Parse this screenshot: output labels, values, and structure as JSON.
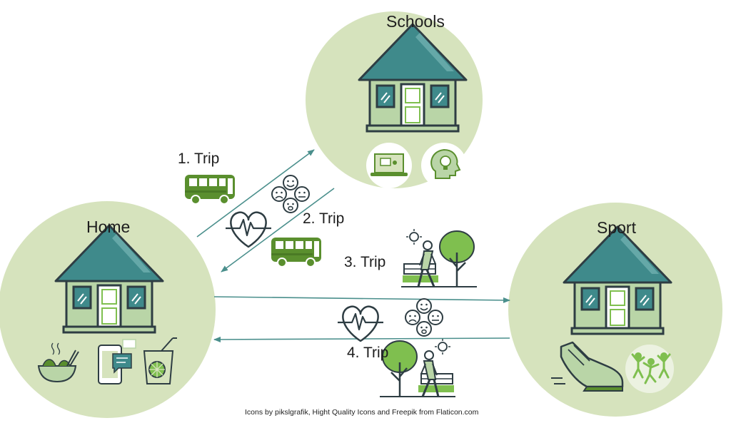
{
  "nodes": {
    "schools": {
      "label": "Schools"
    },
    "home": {
      "label": "Home"
    },
    "sport": {
      "label": "Sport"
    }
  },
  "trips": {
    "t1": "1. Trip",
    "t2": "2. Trip",
    "t3": "3. Trip",
    "t4": "4. Trip"
  },
  "credit": "Icons by pikslgrafik, Hight Quality Icons and  Freepik  from Flaticon.com",
  "colors": {
    "circle": "#d6e3bd",
    "roof": "#3f8a8b",
    "wall": "#b9d5a7",
    "outline": "#2e3d43",
    "bus": "#5a8f2e",
    "arrow": "#4a8f8c",
    "accent": "#7fbf4f"
  }
}
